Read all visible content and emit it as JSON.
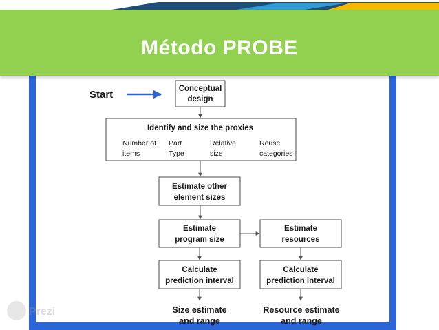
{
  "title": "Método PROBE",
  "colors": {
    "title_bg": "#92d050",
    "frame_blue": "#2b66d9",
    "start_arrow": "#2b66d9"
  },
  "watermark": {
    "icon": "prezi-logo",
    "text": "Prezi"
  },
  "diagram": {
    "start_label": "Start",
    "conceptual_design": [
      "Conceptual",
      "design"
    ],
    "identify_proxies": {
      "heading": "Identify and size the proxies",
      "columns": [
        [
          "Number of",
          "items"
        ],
        [
          "Part",
          "Type"
        ],
        [
          "Relative",
          "size"
        ],
        [
          "Reuse",
          "categories"
        ]
      ]
    },
    "estimate_other": [
      "Estimate other",
      "element sizes"
    ],
    "estimate_program": [
      "Estimate",
      "program size"
    ],
    "estimate_resources": [
      "Estimate",
      "resources"
    ],
    "calc_interval_left": [
      "Calculate",
      "prediction interval"
    ],
    "calc_interval_right": [
      "Calculate",
      "prediction interval"
    ],
    "size_estimate": [
      "Size estimate",
      "and range"
    ],
    "resource_estimate": [
      "Resource estimate",
      "and range"
    ]
  }
}
